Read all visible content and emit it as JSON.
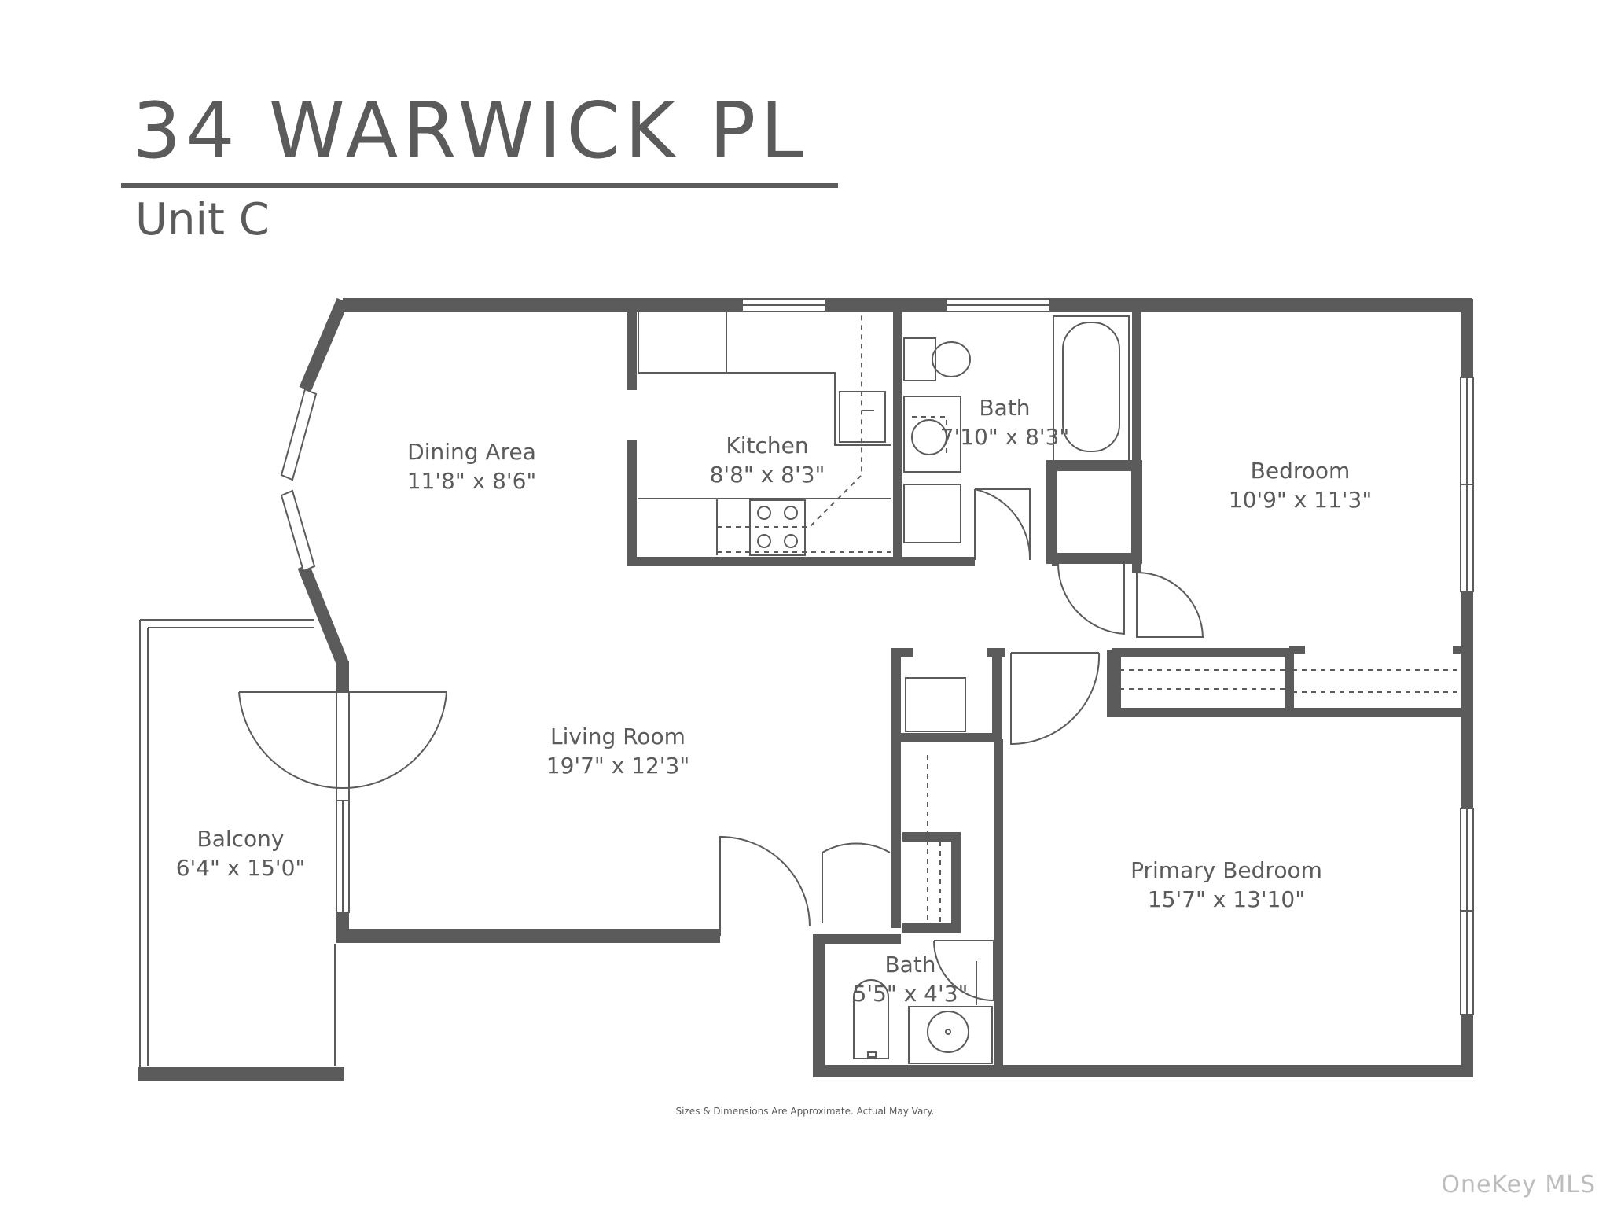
{
  "header": {
    "address": "34 WARWICK PL",
    "unit": "Unit C"
  },
  "rooms": {
    "dining": {
      "name": "Dining Area",
      "dims": "11'8\" x 8'6\""
    },
    "kitchen": {
      "name": "Kitchen",
      "dims": "8'8\" x 8'3\""
    },
    "bath_top": {
      "name": "Bath",
      "dims": "7'10\" x 8'3\""
    },
    "bedroom": {
      "name": "Bedroom",
      "dims": "10'9\" x 11'3\""
    },
    "living": {
      "name": "Living Room",
      "dims": "19'7\" x 12'3\""
    },
    "balcony": {
      "name": "Balcony",
      "dims": "6'4\" x 15'0\""
    },
    "primary": {
      "name": "Primary Bedroom",
      "dims": "15'7\" x 13'10\""
    },
    "bath_small": {
      "name": "Bath",
      "dims": "5'5\" x 4'3\""
    }
  },
  "footer": {
    "disclaimer": "Sizes & Dimensions Are Approximate. Actual May Vary.",
    "watermark": "OneKey MLS"
  },
  "colors": {
    "wall": "#5b5b5b",
    "text": "#5b5b5b",
    "watermark": "#bdbdbd"
  }
}
